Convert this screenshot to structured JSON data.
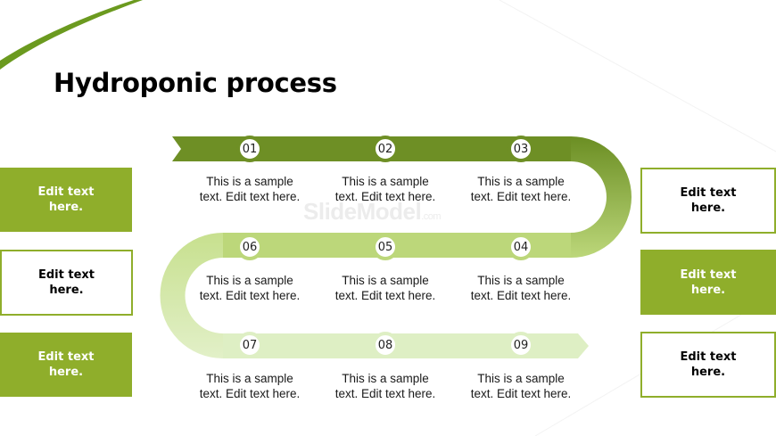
{
  "slide": {
    "title": "Hydroponic process",
    "watermark": "SlideModel",
    "watermark_suffix": ".com",
    "colors": {
      "accent": "#8fae2b",
      "dark_green": "#6b8e23",
      "light_green": "#d9ebb5"
    }
  },
  "left_boxes": [
    {
      "label": "Edit text\nhere.",
      "style": "filled"
    },
    {
      "label": "Edit text\nhere.",
      "style": "outline"
    },
    {
      "label": "Edit text\nhere.",
      "style": "filled"
    }
  ],
  "right_boxes": [
    {
      "label": "Edit text\nhere.",
      "style": "outline"
    },
    {
      "label": "Edit text\nhere.",
      "style": "filled"
    },
    {
      "label": "Edit text\nhere.",
      "style": "outline"
    }
  ],
  "steps": [
    {
      "number": "01",
      "text": "This is a sample\ntext. Edit text here."
    },
    {
      "number": "02",
      "text": "This is a sample\ntext. Edit text here."
    },
    {
      "number": "03",
      "text": "This is a sample\ntext. Edit text here."
    },
    {
      "number": "04",
      "text": "This is a sample\ntext. Edit text here."
    },
    {
      "number": "05",
      "text": "This is a sample\ntext. Edit text here."
    },
    {
      "number": "06",
      "text": "This is a sample\ntext. Edit text here."
    },
    {
      "number": "07",
      "text": "This is a sample\ntext. Edit text here."
    },
    {
      "number": "08",
      "text": "This is a sample\ntext. Edit text here."
    },
    {
      "number": "09",
      "text": "This is a sample\ntext. Edit text here."
    }
  ]
}
